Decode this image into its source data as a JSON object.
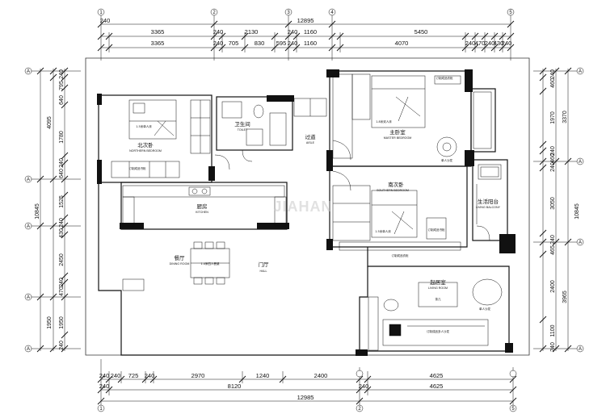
{
  "plan": {
    "top_dims_row1": [
      "3365",
      "2130",
      "1160",
      "5450"
    ],
    "top_dims_total": "12895",
    "top_dims_row2": [
      "3365",
      "240",
      "705",
      "830",
      "595",
      "240",
      "1160",
      "4070",
      "240",
      "470",
      "240",
      "430",
      "240"
    ],
    "top_small": [
      "240",
      "240",
      "240"
    ],
    "bottom_dims_row1": [
      "240",
      "240",
      "725",
      "240",
      "2970",
      "1240",
      "2400",
      "4625"
    ],
    "bottom_dims_row2": [
      "240",
      "8120",
      "240",
      "4625"
    ],
    "bottom_total": "12985",
    "left_dims_inner": [
      "240",
      "795",
      "640",
      "1780",
      "240",
      "640",
      "1525",
      "240",
      "430",
      "2450",
      "240",
      "470",
      "1950",
      "240"
    ],
    "left_dims_outer": [
      "4095",
      "10845",
      "1950"
    ],
    "right_dims_inner": [
      "240",
      "460",
      "1970",
      "240",
      "460",
      "240",
      "3050",
      "240",
      "465",
      "2400",
      "1100",
      "240"
    ],
    "right_dims_outer": [
      "3370",
      "10845",
      "3965"
    ],
    "axis_top": [
      "1",
      "2",
      "3",
      "4",
      "5"
    ],
    "axis_bottom": [
      "1",
      "2",
      "5"
    ],
    "axis_side": "A",
    "rooms": {
      "north_bedroom_cn": "北次卧",
      "north_bedroom_en": "NORTHERN BEDROOM",
      "toilet_cn": "卫生间",
      "toilet_en": "TOILET",
      "aisle_cn": "过道",
      "aisle_en": "AISLE",
      "master_cn": "主卧室",
      "master_en": "MASTER BEDROOM",
      "south_bedroom_cn": "南次卧",
      "south_bedroom_en": "SOUTHERN BEDROOM",
      "kitchen_cn": "厨房",
      "kitchen_en": "KITCHEN",
      "living_balcony_cn": "生活阳台",
      "living_balcony_en": "LIVING BALCONY",
      "dining_cn": "餐厅",
      "dining_en": "DINING ROOM",
      "hall_cn": "门厅",
      "hall_en": "HALL",
      "living_cn": "起居室",
      "living_en": "LIVING ROOM"
    },
    "notes": {
      "bed_small": "1.5米单人床",
      "bed_master": "1.8米双人床",
      "wardrobe": "订制成品衣柜",
      "wardrobe2": "订制成品书柜",
      "dining_table": "1.4米四人餐桌",
      "sofa_single": "单人沙发",
      "sofa_main": "订制成品多人沙发",
      "tea_table": "茶几"
    },
    "watermark": "JIAHAN"
  }
}
